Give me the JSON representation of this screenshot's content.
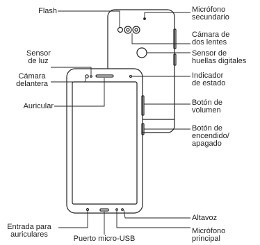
{
  "colors": {
    "outline": "#222222",
    "text": "#222222",
    "background": "#ffffff"
  },
  "labels": {
    "flash": "Flash",
    "mic_secondary": [
      "Micrófono",
      "secundario"
    ],
    "dual_camera": [
      "Cámara de",
      "dos lentes"
    ],
    "fingerprint": [
      "Sensor de",
      "huellas digitales"
    ],
    "light_sensor": [
      "Sensor",
      "de luz"
    ],
    "front_camera": [
      "Cámara",
      "delantera"
    ],
    "status_indicator": [
      "Indicador",
      "de estado"
    ],
    "earpiece": "Auricular",
    "volume_button": [
      "Botón de",
      "volumen"
    ],
    "power_button": [
      "Botón de",
      "encendido/",
      "apagado"
    ],
    "speaker": "Altavoz",
    "headphone_jack": [
      "Entrada para",
      "auriculares"
    ],
    "usb_port": "Puerto micro-USB",
    "mic_primary": [
      "Micrófono",
      "principal"
    ]
  }
}
